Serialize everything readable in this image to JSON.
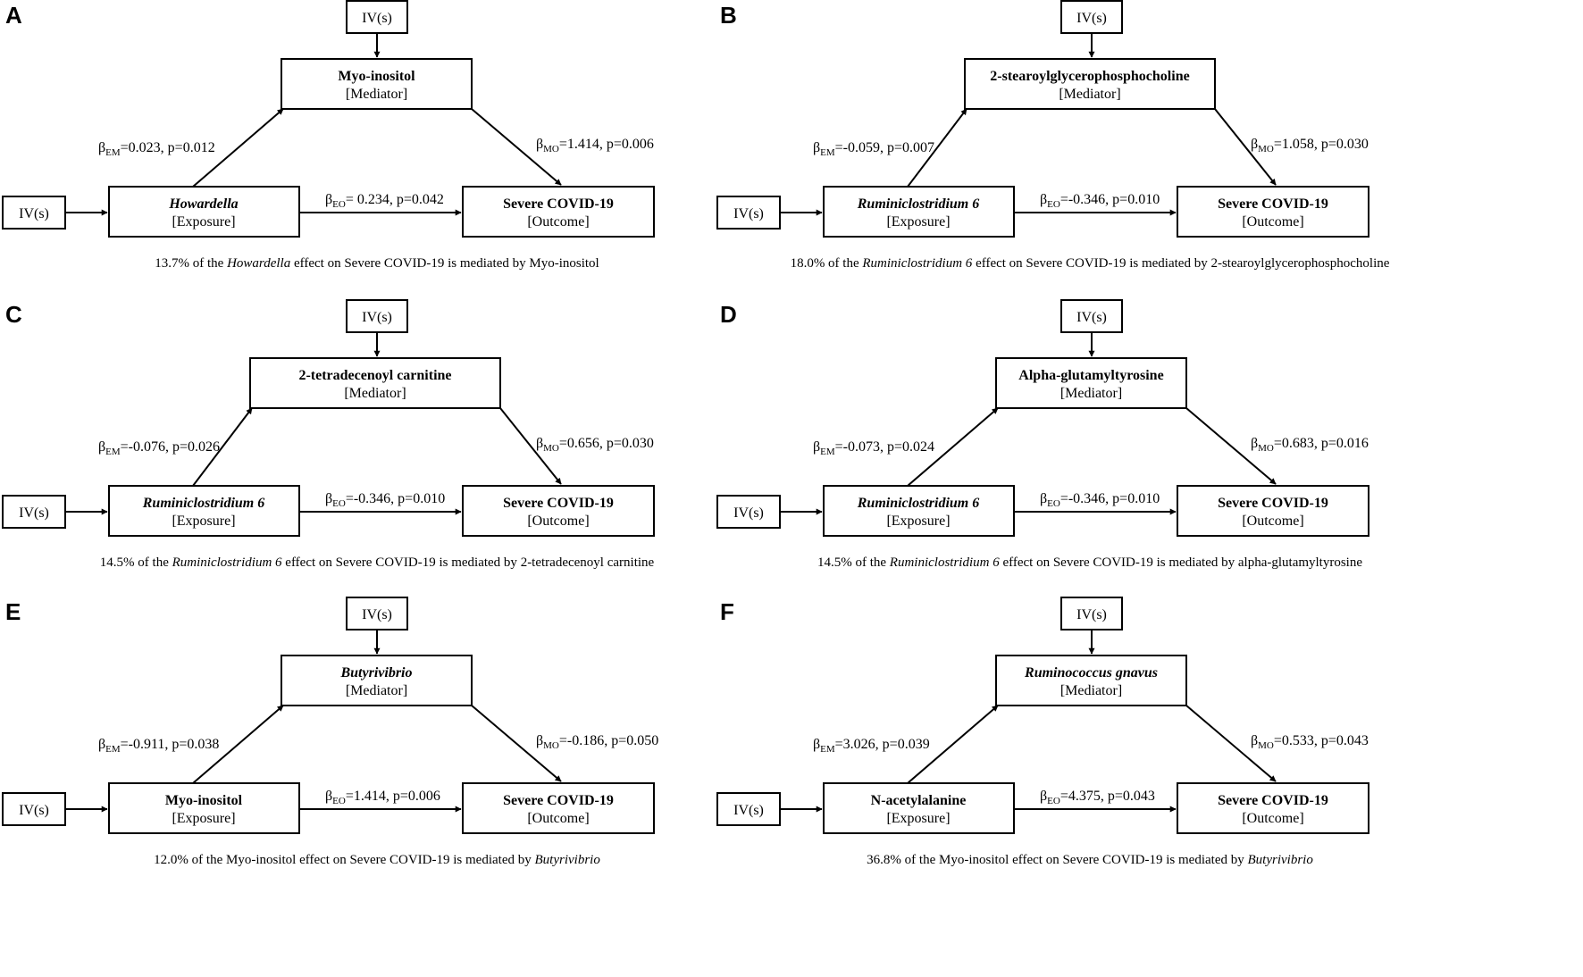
{
  "common": {
    "iv_label": "IV(s)",
    "mediator_role": "[Mediator]",
    "exposure_role": "[Exposure]",
    "outcome_role": "[Outcome]",
    "outcome_title": "Severe COVID-19"
  },
  "panels": [
    {
      "label": "A",
      "mediator": "Myo-inositol",
      "mediator_italic": false,
      "exposure": "Howardella",
      "exposure_italic": true,
      "em": "=0.023, p=0.012",
      "mo": "=1.414, p=0.006",
      "eo": "= 0.234, p=0.042",
      "caption_pre": "13.7% of the ",
      "caption_exp": "Howardella",
      "caption_exp_italic": true,
      "caption_mid": " effect on Severe COVID-19  is mediated by ",
      "caption_med": "Myo-inositol",
      "caption_med_italic": false
    },
    {
      "label": "B",
      "mediator": "2-stearoylglycerophosphocholine",
      "mediator_italic": false,
      "exposure": "Ruminiclostridium 6",
      "exposure_italic": true,
      "em": "=-0.059, p=0.007",
      "mo": "=1.058, p=0.030",
      "eo": "=-0.346, p=0.010",
      "caption_pre": "18.0% of the ",
      "caption_exp": "Ruminiclostridium 6",
      "caption_exp_italic": true,
      "caption_mid": " effect on Severe COVID-19  is mediated by ",
      "caption_med": "2-stearoylglycerophosphocholine",
      "caption_med_italic": false
    },
    {
      "label": "C",
      "mediator": "2-tetradecenoyl carnitine",
      "mediator_italic": false,
      "exposure": "Ruminiclostridium 6",
      "exposure_italic": true,
      "em": "=-0.076, p=0.026",
      "mo": "=0.656, p=0.030",
      "eo": "=-0.346, p=0.010",
      "caption_pre": "14.5% of the ",
      "caption_exp": "Ruminiclostridium 6",
      "caption_exp_italic": true,
      "caption_mid": " effect on Severe COVID-19  is mediated by ",
      "caption_med": "2-tetradecenoyl carnitine",
      "caption_med_italic": false
    },
    {
      "label": "D",
      "mediator": "Alpha-glutamyltyrosine",
      "mediator_italic": false,
      "exposure": "Ruminiclostridium 6",
      "exposure_italic": true,
      "em": "=-0.073, p=0.024",
      "mo": "=0.683, p=0.016",
      "eo": "=-0.346, p=0.010",
      "caption_pre": "14.5% of the ",
      "caption_exp": "Ruminiclostridium 6",
      "caption_exp_italic": true,
      "caption_mid": " effect on Severe COVID-19  is mediated by ",
      "caption_med": "alpha-glutamyltyrosine",
      "caption_med_italic": false
    },
    {
      "label": "E",
      "mediator": "Butyrivibrio",
      "mediator_italic": true,
      "exposure": "Myo-inositol",
      "exposure_italic": false,
      "em": "=-0.911, p=0.038",
      "mo": "=-0.186, p=0.050",
      "eo": "=1.414, p=0.006",
      "caption_pre": "12.0% of the ",
      "caption_exp": "Myo-inositol",
      "caption_exp_italic": false,
      "caption_mid": "  effect on Severe COVID-19  is mediated by ",
      "caption_med": "Butyrivibrio",
      "caption_med_italic": true
    },
    {
      "label": "F",
      "mediator": "Ruminococcus gnavus",
      "mediator_italic": true,
      "exposure": "N-acetylalanine",
      "exposure_italic": false,
      "em": "=3.026, p=0.039",
      "mo": "=0.533, p=0.043",
      "eo": "=4.375, p=0.043",
      "caption_pre": "36.8% of the ",
      "caption_exp": "Myo-inositol",
      "caption_exp_italic": false,
      "caption_mid": "  effect on Severe COVID-19  is mediated by ",
      "caption_med": "Butyrivibrio",
      "caption_med_italic": true
    }
  ]
}
